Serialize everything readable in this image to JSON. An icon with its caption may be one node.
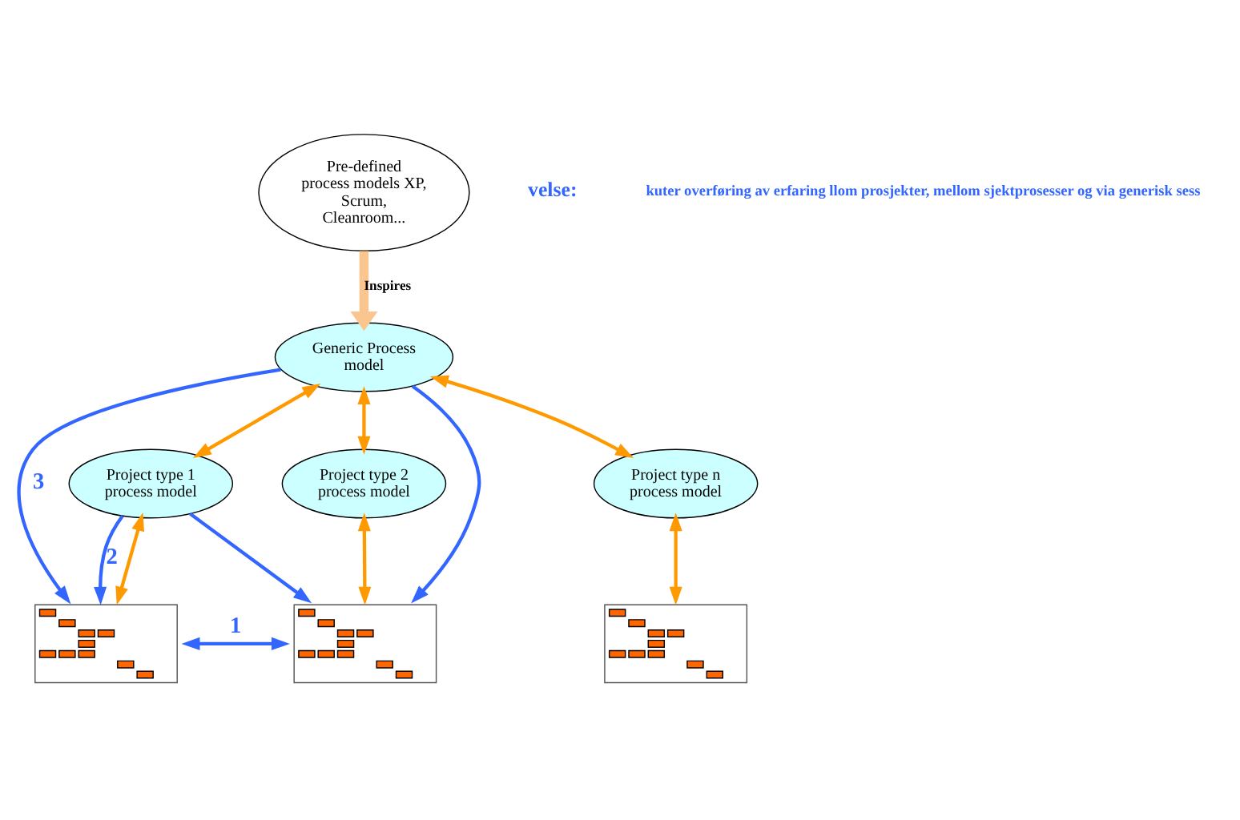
{
  "diagram": {
    "nodes": [
      {
        "text": [
          "Pre-defined process models XP, Scrum, Cleanroom..."
        ]
      },
      {
        "text": [
          "Generic Process model"
        ]
      },
      {
        "text": [
          "Project type 1 process model"
        ]
      },
      {
        "text": [
          "Project type 2 process model"
        ]
      },
      {
        "text": [
          "Project type n process model"
        ]
      },
      {
        "text": [],
        "shape": "chart"
      },
      {
        "text": [],
        "shape": "chart"
      },
      {
        "text": [],
        "shape": "chart"
      }
    ],
    "edges": [
      {
        "from": 0,
        "to": 1,
        "arrow": "to",
        "label": "Inspires",
        "style": "thick",
        "color": "#fbc58f"
      },
      {
        "from": 1,
        "to": 2,
        "arrow": "both"
      },
      {
        "from": 1,
        "to": 3,
        "arrow": "both"
      },
      {
        "from": 1,
        "to": 4,
        "arrow": "both"
      },
      {
        "from": 2,
        "to": 5,
        "arrow": "both"
      },
      {
        "from": 3,
        "to": 6,
        "arrow": "both"
      },
      {
        "from": 4,
        "to": 7,
        "arrow": "both"
      },
      {
        "from": 5,
        "to": 6,
        "arrow": "both",
        "label": "1",
        "color": "#3366ff"
      },
      {
        "from": 2,
        "to": 5,
        "arrow": "to",
        "label": "2",
        "color": "#3366ff"
      },
      {
        "from": 2,
        "to": 6,
        "arrow": "to",
        "color": "#3366ff"
      },
      {
        "from": 1,
        "to": 5,
        "arrow": "to",
        "label": "3",
        "color": "#3366ff"
      },
      {
        "from": 1,
        "to": 6,
        "arrow": "to",
        "color": "#3366ff"
      }
    ],
    "labels": [
      "velse:",
      "kuter overføring av erfaring llom prosjekter, mellom sjektprosesser og via generisk sess"
    ]
  }
}
